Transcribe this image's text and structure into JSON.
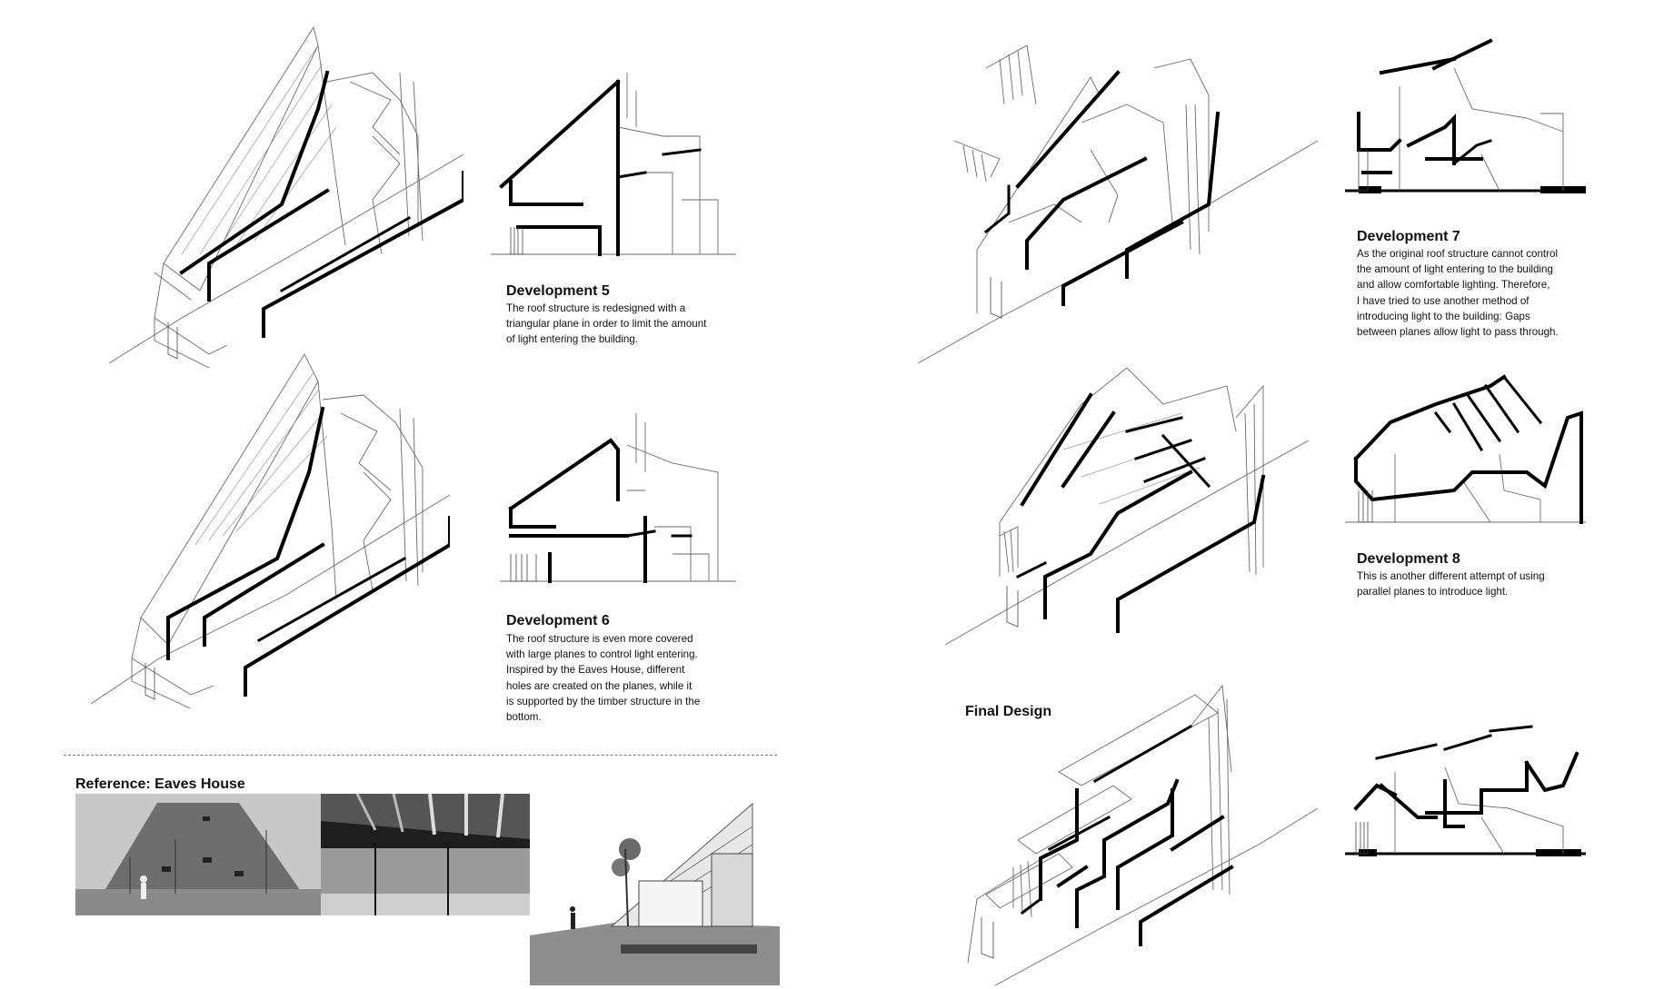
{
  "developments": [
    {
      "title": "Development 5",
      "text": "The roof structure is redesigned with a\ntriangular plane in order to limit the amount\nof light entering the building."
    },
    {
      "title": "Development 6",
      "text": "The roof structure is even more covered\nwith large planes to control light entering.\nInspired by the Eaves House, different\nholes are created on the planes, while it\nis supported by the timber structure in the\nbottom."
    },
    {
      "title": "Development 7",
      "text": "As the original roof structure cannot control\nthe amount of light entering to the building\nand allow comfortable lighting. Therefore,\nI have tried to use another method of\nintroducing light to the building: Gaps\nbetween planes allow light to pass through."
    },
    {
      "title": "Development 8",
      "text": "This is another different attempt of using\nparallel planes to introduce light."
    }
  ],
  "final_design": {
    "title": "Final Design"
  },
  "reference": {
    "title": "Reference: Eaves House"
  }
}
